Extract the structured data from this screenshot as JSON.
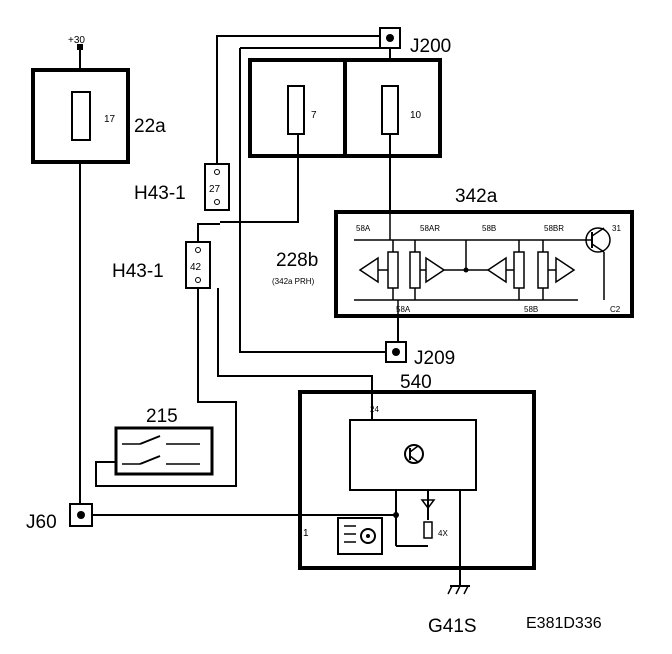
{
  "diagram": {
    "supply_label": "+30",
    "fuse_box_22a": {
      "label": "22a",
      "fuse": "17"
    },
    "fuse_box_main": {
      "fuse_left": "7",
      "fuse_right": "10"
    },
    "connectors": {
      "j200": "J200",
      "j209": "J209",
      "j60": "J60",
      "h43_upper": "H43-1",
      "h43_upper_pin": "27",
      "h43_lower": "H43-1",
      "h43_lower_pin": "42"
    },
    "module_342a": {
      "label": "342a",
      "pin_labels": [
        "58A",
        "58AR",
        "58B",
        "58BR",
        "31",
        "58A",
        "58B",
        "C2"
      ]
    },
    "side_label_228b": "228b",
    "side_label_228b_sub": "(342a PRH)",
    "switch_215": "215",
    "unit_540": {
      "label": "540",
      "pin_top": "24",
      "pin_left": "1",
      "pin_right": "4X"
    },
    "ground": "G41S",
    "diagram_code": "E381D336"
  }
}
